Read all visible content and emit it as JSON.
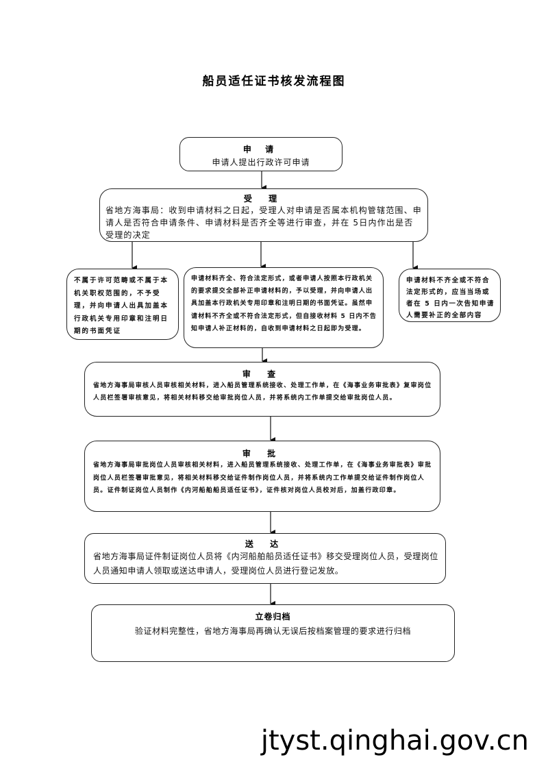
{
  "title": "船员适任证书核发流程图",
  "steps": {
    "apply": {
      "heading": "申 请",
      "text": "申请人提出行政许可申请"
    },
    "accept": {
      "heading": "受 理",
      "text": "省地方海事局：收到申请材料之日起，受理人对申请是否属本机构管辖范围、申请人是否符合申请条件、申请材料是否齐全等进行审查，并在 5日内作出是否受理的决定"
    },
    "branches": {
      "reject": {
        "text": "不属于许可范畴或不属于本机关职权范围的，不予受理，并向申请人出具加盖本行政机关专用印章和注明日期的书面凭证"
      },
      "ok": {
        "text": "申请材料齐全、符合法定形式，或者申请人按照本行政机关的要求提交全部补正申请材料的，予以受理，并向申请人出具加盖本行政机关专用印章和注明日期的书面凭证。虽然申请材料不齐全或不符合法定形式，但自接收材料 5 日内不告知申请人补正材料的，自收到申请材料之日起即为受理。"
      },
      "incomplete": {
        "text": "申请材料不齐全或不符合法定形式的，应当当场或者在 5 日内一次告知申请人需要补正的全部内容"
      }
    },
    "review": {
      "heading": "审 查",
      "text": "省地方海事局审核人员审核相关材料，进入船员管理系统接收、处理工作单，在《海事业务审批表》复审岗位人员栏签署审核意见，将相关材料移交给审批岗位人员，并将系统内工作单提交给审批岗位人员。"
    },
    "approve": {
      "heading": "审 批",
      "text": "省地方海事局审批岗位人员审核相关材料，进入船员管理系统接收、处理工作单，在《海事业务审批表》审批岗位人员栏签署审批意见，将相关材料移交给证件制作岗位人员，并将系统内工作单提交给证件制作岗位人员。证件制证岗位人员制作《内河船舶船员适任证书》，证件核对岗位人员校对后，加盖行政印章。"
    },
    "deliver": {
      "heading": "送 达",
      "text": "省地方海事局证件制证岗位人员将《内河船舶船员适任证书》移交受理岗位人员，受理岗位人员通知申请人领取或送达申请人，受理岗位人员进行登记发放。"
    },
    "archive": {
      "heading": "立卷归档",
      "text": "验证材料完整性，省地方海事局再确认无误后按档案管理的要求进行归档"
    }
  },
  "watermark": "jtyst.qinghai.gov.cn"
}
